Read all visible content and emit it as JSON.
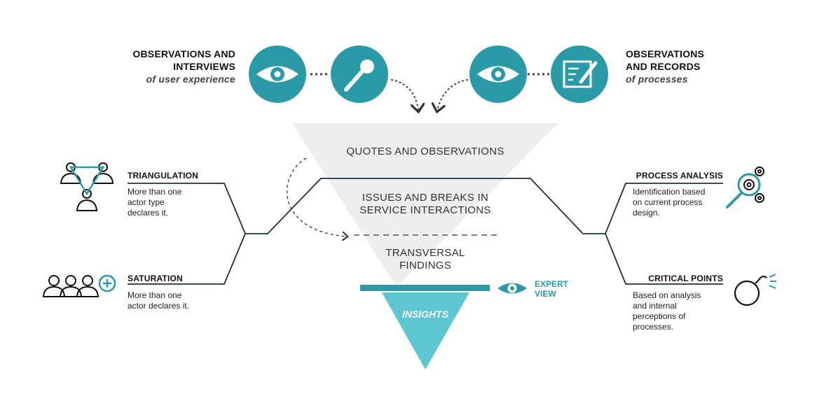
{
  "colors": {
    "teal": "#2a9aa8",
    "light_teal": "#5dc6d0",
    "funnel_gray": "#eeeeee",
    "line": "#1e2e45"
  },
  "top_left": {
    "title": "OBSERVATIONS AND INTERVIEWS",
    "title_line1": "OBSERVATIONS AND",
    "title_line2": "INTERVIEWS",
    "subtitle": "of user experience",
    "icons": [
      "eye-icon",
      "microphone-icon"
    ]
  },
  "top_right": {
    "title": "OBSERVATIONS AND RECORDS",
    "title_line1": "OBSERVATIONS",
    "title_line2": "AND RECORDS",
    "subtitle": "of processes",
    "icons": [
      "eye-icon",
      "form-edit-icon"
    ]
  },
  "funnel": {
    "stage1": "QUOTES AND OBSERVATIONS",
    "stage2_line1": "ISSUES AND BREAKS IN",
    "stage2_line2": "SERVICE INTERACTIONS",
    "stage3_line1": "TRANSVERSAL",
    "stage3_line2": "FINDINGS",
    "insights": "INSIGHTS"
  },
  "expert": {
    "line1": "EXPERT",
    "line2": "VIEW",
    "icon": "eye-icon"
  },
  "left": [
    {
      "label": "TRIANGULATION",
      "desc_lines": [
        "More than one",
        "actor type",
        "declares it."
      ],
      "icon": "triangulation-people-icon"
    },
    {
      "label": "SATURATION",
      "desc_lines": [
        "More than one",
        "actor declares it."
      ],
      "icon": "people-plus-icon"
    }
  ],
  "right": [
    {
      "label": "PROCESS ANALYSIS",
      "desc_lines": [
        "Identification based",
        "on current process",
        "design."
      ],
      "icon": "gear-magnifier-icon"
    },
    {
      "label": "CRITICAL POINTS",
      "desc_lines": [
        "Based on analysis",
        "and internal",
        "perceptions of",
        "processes."
      ],
      "icon": "bomb-icon"
    }
  ]
}
